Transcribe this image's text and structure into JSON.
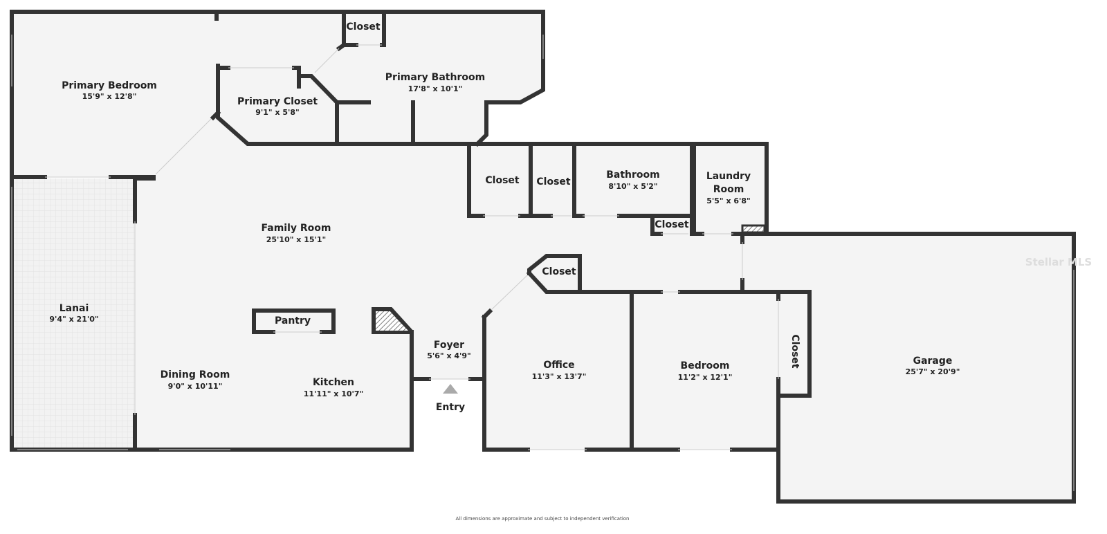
{
  "rooms": {
    "primary_bedroom": {
      "name": "Primary Bedroom",
      "dims": "15'9\" x 12'8\""
    },
    "primary_closet": {
      "name": "Primary Closet",
      "dims": "9'1\" x 5'8\""
    },
    "primary_bathroom": {
      "name": "Primary Bathroom",
      "dims": "17'8\" x 10'1\""
    },
    "top_closet": {
      "name": "Closet"
    },
    "closet_1": {
      "name": "Closet"
    },
    "closet_2": {
      "name": "Closet"
    },
    "bathroom": {
      "name": "Bathroom",
      "dims": "8'10\" x 5'2\""
    },
    "laundry": {
      "name_line1": "Laundry",
      "name_line2": "Room",
      "dims": "5'5\" x 6'8\""
    },
    "small_closet": {
      "name": "Closet"
    },
    "family_room": {
      "name": "Family Room",
      "dims": "25'10\" x 15'1\""
    },
    "lanai": {
      "name": "Lanai",
      "dims": "9'4\" x 21'0\""
    },
    "pantry": {
      "name": "Pantry"
    },
    "dining_room": {
      "name": "Dining Room",
      "dims": "9'0\" x 10'11\""
    },
    "kitchen": {
      "name": "Kitchen",
      "dims": "11'11\" x 10'7\""
    },
    "foyer": {
      "name": "Foyer",
      "dims": "5'6\" x 4'9\""
    },
    "office_closet": {
      "name": "Closet"
    },
    "office": {
      "name": "Office",
      "dims": "11'3\" x 13'7\""
    },
    "bedroom": {
      "name": "Bedroom",
      "dims": "11'2\" x 12'1\""
    },
    "bedroom_closet": {
      "name": "Closet"
    },
    "garage": {
      "name": "Garage",
      "dims": "25'7\" x 20'9\""
    }
  },
  "entry_label": "Entry",
  "footer": "All dimensions are approximate and subject to independent verification",
  "watermark": "Stellar MLS",
  "colors": {
    "wall": "#333333",
    "floor": "#f4f4f4",
    "entry_arrow": "#aaaaaa"
  }
}
